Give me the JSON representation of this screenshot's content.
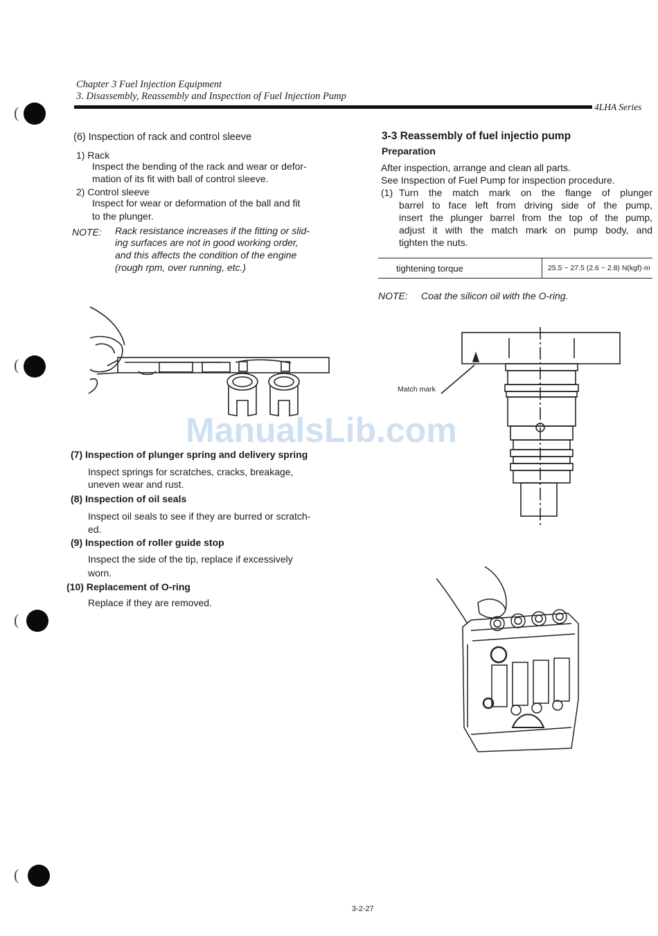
{
  "header": {
    "chapter": "Chapter 3 Fuel Injection Equipment",
    "section": "3. Disassembly, Reassembly and Inspection of Fuel Injection Pump",
    "series": "4LHA Series"
  },
  "left_column": {
    "item6": {
      "heading": "(6) Inspection of rack and control sleeve",
      "sub1_title": "1) Rack",
      "sub1_line1": "Inspect the bending of the rack and wear or defor-",
      "sub1_line2": "mation of its fit with ball of control sleeve.",
      "sub2_title": "2) Control sleeve",
      "sub2_line1": "Inspect for wear or deformation of the ball and fit",
      "sub2_line2": "to the plunger.",
      "note_label": "NOTE:",
      "note_line1": "Rack resistance increases if the fitting or slid-",
      "note_line2": "ing surfaces are not in good working order,",
      "note_line3": "and this affects the condition of the engine",
      "note_line4": "(rough rpm, over running, etc.)"
    },
    "item7": {
      "heading": "(7) Inspection of plunger spring and delivery spring",
      "line1": "Inspect springs for scratches, cracks, breakage,",
      "line2": "uneven wear and rust."
    },
    "item8": {
      "heading": "(8) Inspection of oil seals",
      "line1": "Inspect oil seals to see if they are burred or scratch-",
      "line2": "ed."
    },
    "item9": {
      "heading": "(9) Inspection of roller guide stop",
      "line1": "Inspect the side of the tip, replace if excessively",
      "line2": "worn."
    },
    "item10": {
      "heading": "(10) Replacement of O-ring",
      "line1": "Replace if they are removed."
    }
  },
  "right_column": {
    "heading": "3-3 Reassembly of fuel injectio pump",
    "subheading": "Preparation",
    "para1": "After inspection, arrange and clean all parts.",
    "para2": "See Inspection of Fuel Pump for inspection procedure.",
    "step_label": "(1)",
    "step_line1": "Turn the match mark on the flange of plunger",
    "step_line2": "barrel to face left from driving side of the pump,",
    "step_line3": "insert the plunger barrel from the top of the pump,",
    "step_line4": "adjust it with the match mark on pump body, and",
    "step_line5": "tighten the nuts.",
    "torque_table": {
      "label": "tightening torque",
      "value": "25.5 ~ 27.5 (2.6 ~ 2.8) N(kgf)·m"
    },
    "note_label": "NOTE:",
    "note_text": "Coat the silicon oil with the O-ring.",
    "figure_label": "Match mark"
  },
  "watermark": "ManualsLib.com",
  "page_number": "3-2-27"
}
